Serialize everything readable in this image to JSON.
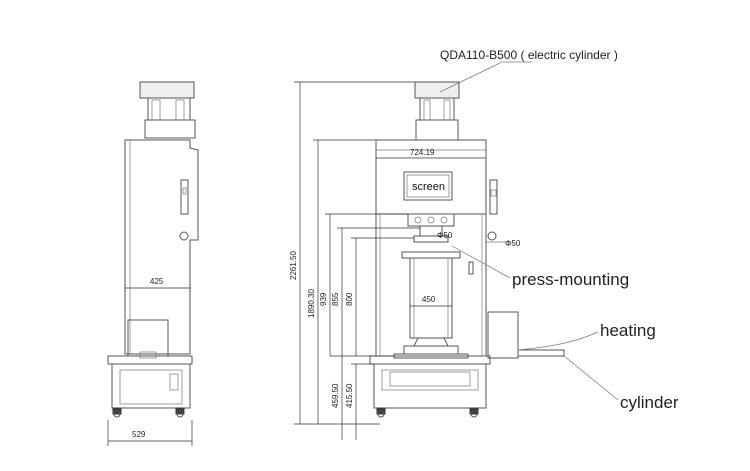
{
  "labels": {
    "top_title": "QDA110-B500 ( electric cylinder )",
    "screen": "screen",
    "press_mounting": "press-mounting",
    "heating": "heating",
    "cylinder": "cylinder",
    "dia_50_a": "Φ50",
    "dia_50_b": "Φ50"
  },
  "dimensions": {
    "side_depth_425": "425",
    "side_width_529": "529",
    "front_width_724": "724.19",
    "inner_width_450": "450",
    "height_2261": "2261.50",
    "height_1890": "1890.30",
    "height_939": "939",
    "height_855": "855",
    "height_800": "800",
    "height_459": "459.50",
    "height_415": "415.50"
  }
}
